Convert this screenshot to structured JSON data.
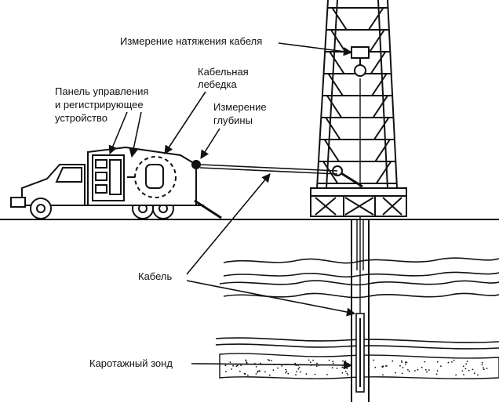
{
  "labels": {
    "tension": "Измерение натяжения кабеля",
    "winch_line1": "Кабельная",
    "winch_line2": "лебедка",
    "panel_line1": "Панель управления",
    "panel_line2": "и регистрирующее",
    "panel_line3": "устройство",
    "depth_line1": "Измерение",
    "depth_line2": "глубины",
    "cable": "Кабель",
    "probe": "Каротажный зонд"
  },
  "colors": {
    "ink": "#111111",
    "background": "#ffffff"
  }
}
